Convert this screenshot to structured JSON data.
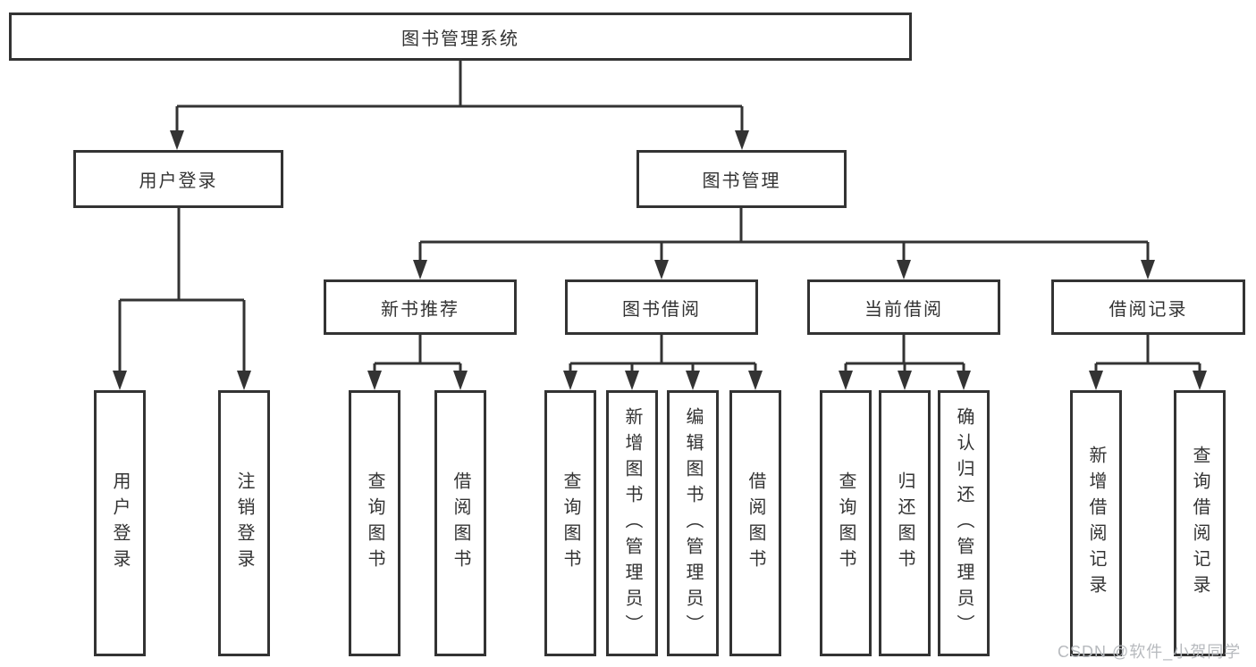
{
  "diagram_title": "图书管理系统",
  "tree": {
    "root": {
      "label": "图书管理系统"
    },
    "branches": [
      {
        "label": "用户登录",
        "children": [
          {
            "label": "用户登录"
          },
          {
            "label": "注销登录"
          }
        ]
      },
      {
        "label": "图书管理",
        "children": [
          {
            "label": "新书推荐",
            "children": [
              {
                "label": "查询图书"
              },
              {
                "label": "借阅图书"
              }
            ]
          },
          {
            "label": "图书借阅",
            "children": [
              {
                "label": "查询图书"
              },
              {
                "label": "新增图书（管理员）"
              },
              {
                "label": "编辑图书（管理员）"
              },
              {
                "label": "借阅图书"
              }
            ]
          },
          {
            "label": "当前借阅",
            "children": [
              {
                "label": "查询图书"
              },
              {
                "label": "归还图书"
              },
              {
                "label": "确认归还（管理员）"
              }
            ]
          },
          {
            "label": "借阅记录",
            "children": [
              {
                "label": "新增借阅记录"
              },
              {
                "label": "查询借阅记录"
              }
            ]
          }
        ]
      }
    ]
  },
  "watermark": {
    "text": "CSDN @软件_小贺同学"
  },
  "colors": {
    "line": "#333333",
    "box_border": "#333333",
    "text": "#333333",
    "watermark": "#b7babe",
    "background": "#ffffff"
  }
}
